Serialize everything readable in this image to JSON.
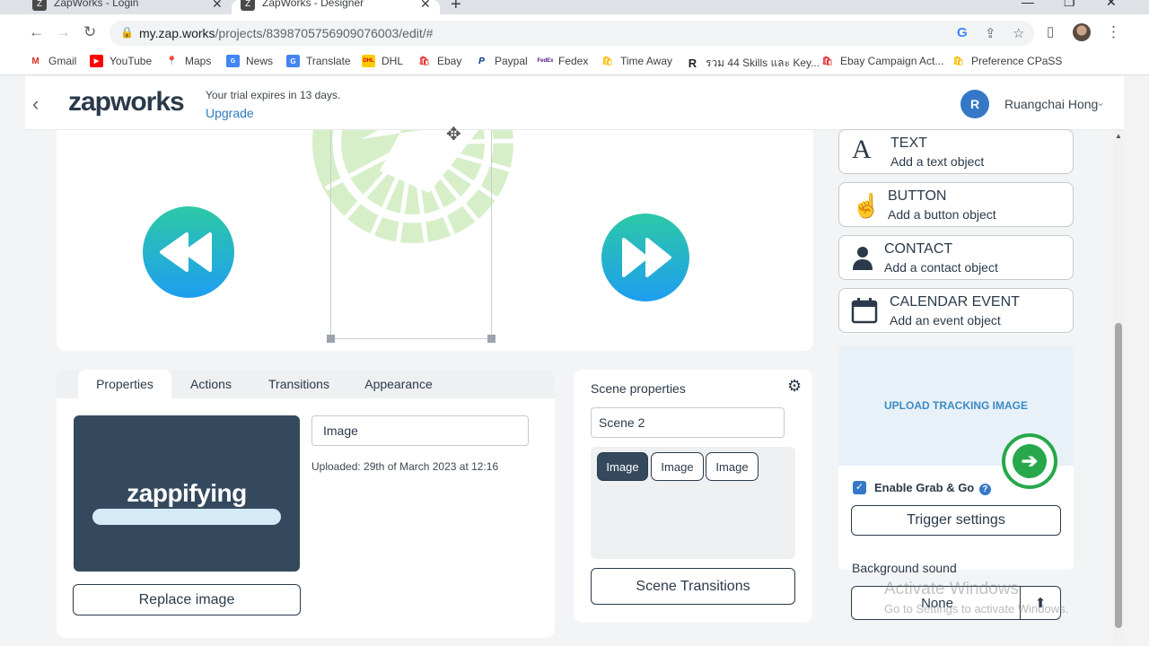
{
  "browser": {
    "tabs": [
      {
        "title": "ZapWorks - Login",
        "active": false
      },
      {
        "title": "ZapWorks - Designer",
        "active": true
      }
    ],
    "new_tab_symbol": "+",
    "url_host": "my.zap.works",
    "url_path": "/projects/8398705756909076003/edit/#",
    "bookmarks": [
      {
        "label": "Gmail",
        "icon": "gmail-icon",
        "color": "#d93025"
      },
      {
        "label": "YouTube",
        "icon": "youtube-icon",
        "color": "#ff0000"
      },
      {
        "label": "Maps",
        "icon": "maps-icon",
        "color": "#34a853"
      },
      {
        "label": "News",
        "icon": "news-icon",
        "color": "#4285f4"
      },
      {
        "label": "Translate",
        "icon": "translate-icon",
        "color": "#4285f4"
      },
      {
        "label": "DHL",
        "icon": "dhl-icon",
        "color": "#ffcc00"
      },
      {
        "label": "Ebay",
        "icon": "bag-icon",
        "color": "#e53238"
      },
      {
        "label": "Paypal",
        "icon": "paypal-icon",
        "color": "#003087"
      },
      {
        "label": "Fedex",
        "icon": "fedex-icon",
        "color": "#4d148c"
      },
      {
        "label": "Time Away",
        "icon": "bag-icon",
        "color": "#fbbc04"
      },
      {
        "label": "รวม 44 Skills และ Key...",
        "icon": "r-icon",
        "color": "#202124"
      },
      {
        "label": "Ebay Campaign Act...",
        "icon": "bag-icon",
        "color": "#e53238"
      },
      {
        "label": "Preference CPaSS",
        "icon": "bag-icon",
        "color": "#fbbc04"
      }
    ]
  },
  "header": {
    "logo": "zapworks",
    "trial_text": "Your trial expires in 13 days.",
    "upgrade_label": "Upgrade",
    "avatar_initial": "R",
    "user_name": "Ruangchai Hong"
  },
  "tools": [
    {
      "name": "TEXT",
      "desc": "Add a text object",
      "icon": "text-icon"
    },
    {
      "name": "BUTTON",
      "desc": "Add a button object",
      "icon": "hand-pointer-icon"
    },
    {
      "name": "CONTACT",
      "desc": "Add a contact object",
      "icon": "person-icon"
    },
    {
      "name": "CALENDAR EVENT",
      "desc": "Add an event object",
      "icon": "calendar-icon"
    }
  ],
  "tracking": {
    "upload_label": "UPLOAD TRACKING IMAGE",
    "grab_go_label": "Enable Grab & Go",
    "grab_go_checked": true,
    "help_symbol": "?",
    "trigger_label": "Trigger settings",
    "bg_sound_label": "Background sound",
    "bg_sound_value": "None"
  },
  "properties": {
    "tabs": [
      "Properties",
      "Actions",
      "Transitions",
      "Appearance"
    ],
    "active_tab": "Properties",
    "thumbnail_text": "zappifying",
    "name_value": "Image",
    "uploaded": "Uploaded: 29th of March 2023 at 12:16",
    "replace_label": "Replace image"
  },
  "scene": {
    "title": "Scene properties",
    "name_value": "Scene 2",
    "objects": [
      "Image",
      "Image",
      "Image"
    ],
    "selected_index": 0,
    "transitions_label": "Scene Transitions"
  },
  "watermark": {
    "line1": "Activate Windows",
    "line2": "Go to Settings to activate Windows."
  },
  "colors": {
    "accent": "#3578c8",
    "button_gradient_top": "#2cc9a6",
    "button_gradient_bottom": "#1e9ef0",
    "brand_dark": "#34495e"
  }
}
